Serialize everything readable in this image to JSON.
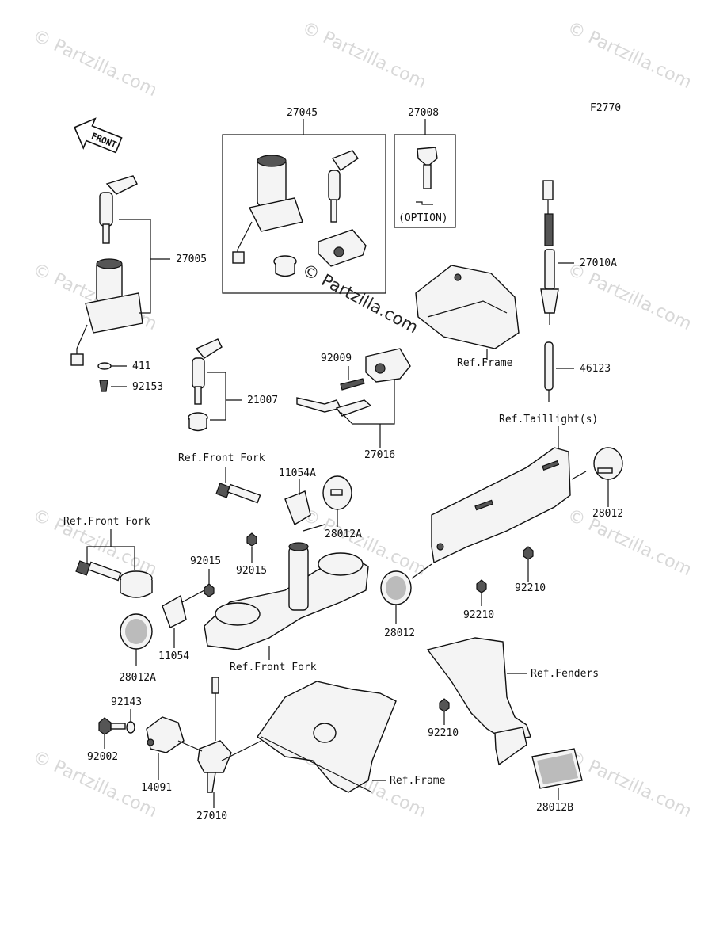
{
  "diagram": {
    "figure_code": "F2770",
    "front_arrow_label": "FRONT",
    "watermark_text": "© Partzilla.com",
    "center_watermark_text": "© Partzilla.com",
    "option_label": "(OPTION)",
    "part_numbers": {
      "p27045": "27045",
      "p27008": "27008",
      "p27005": "27005",
      "p411": "411",
      "p92153": "92153",
      "p21007": "21007",
      "p92009": "92009",
      "p27016": "27016",
      "p27010A": "27010A",
      "p46123": "46123",
      "p11054A": "11054A",
      "p28012A_top": "28012A",
      "p92015_a": "92015",
      "p92015_b": "92015",
      "p11054": "11054",
      "p28012A_left": "28012A",
      "p28012_right": "28012",
      "p28012_mid": "28012",
      "p92210_a": "92210",
      "p92210_b": "92210",
      "p92210_c": "92210",
      "p92143": "92143",
      "p92002": "92002",
      "p14091": "14091",
      "p27010": "27010",
      "p28012B": "28012B"
    },
    "references": {
      "ref_frame_top": "Ref.Frame",
      "ref_taillights": "Ref.Taillight(s)",
      "ref_front_fork_top": "Ref.Front Fork",
      "ref_front_fork_left": "Ref.Front Fork",
      "ref_front_fork_bottom": "Ref.Front Fork",
      "ref_fenders": "Ref.Fenders",
      "ref_frame_bottom": "Ref.Frame"
    }
  }
}
